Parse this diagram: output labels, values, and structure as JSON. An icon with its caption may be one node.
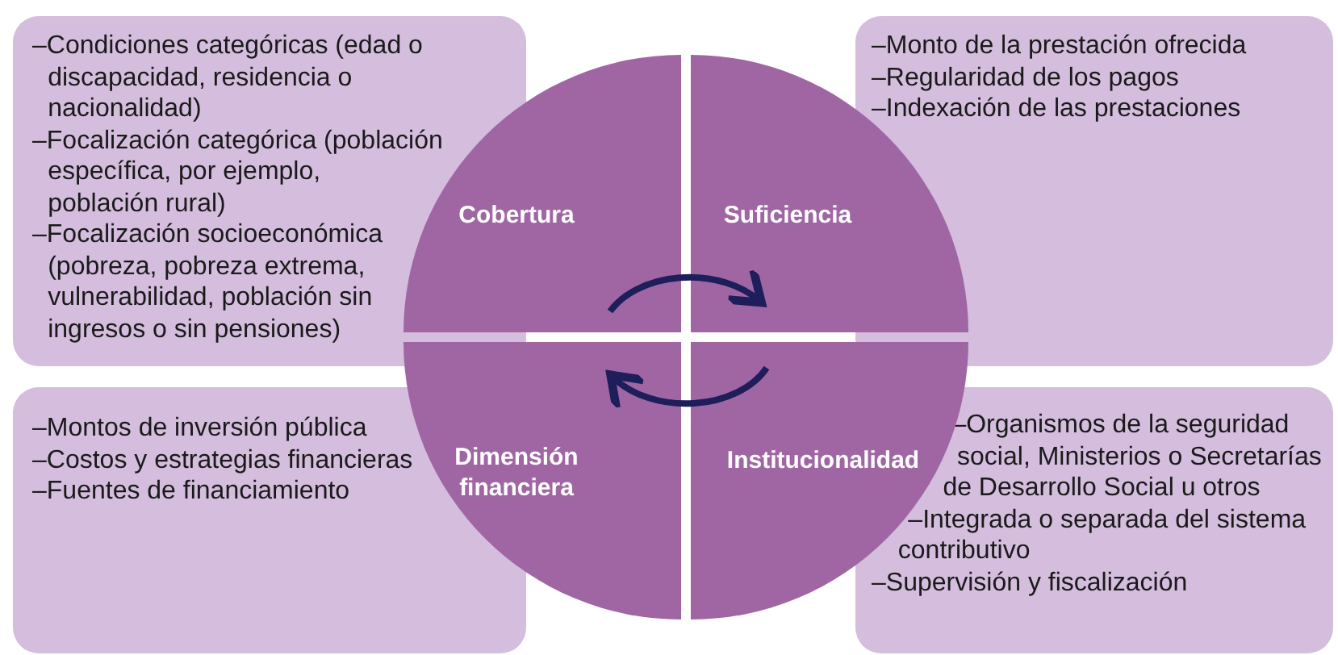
{
  "diagram": {
    "nodes": [
      {
        "text": [
          "–Condiciones categóricas (edad o discapacidad, residencia o nacionalidad)",
          "–Focalización categórica (población específica, por ejemplo, población rural)",
          "–Focalización socioeconómica (pobreza, pobreza extrema, vulnerabilidad, población sin ingresos o sin pensiones)"
        ]
      },
      {
        "text": [
          "Cobertura"
        ]
      },
      {
        "text": [
          "Suficiencia"
        ]
      },
      {
        "text": [
          "–Monto de la prestación ofrecida",
          "–Regularidad de los pagos",
          "–Indexación de las prestaciones"
        ]
      },
      {
        "text": [
          "–Montos de inversión pública",
          "–Costos y estrategias financieras",
          "–Fuentes de financiamiento"
        ]
      },
      {
        "text": [
          "Dimensión financiera"
        ]
      },
      {
        "text": [
          "Institucionalidad"
        ]
      },
      {
        "text": [
          "–Organismos de la seguridad social, Ministerios o Secretarías de Desarrollo Social u otros",
          "–Integrada o separada del sistema contributivo",
          "–Supervisión y fiscalización"
        ]
      }
    ],
    "edges": [
      {
        "from": 1,
        "to": 2,
        "arrow": "to"
      },
      {
        "from": 6,
        "to": 5,
        "arrow": "to"
      }
    ]
  }
}
